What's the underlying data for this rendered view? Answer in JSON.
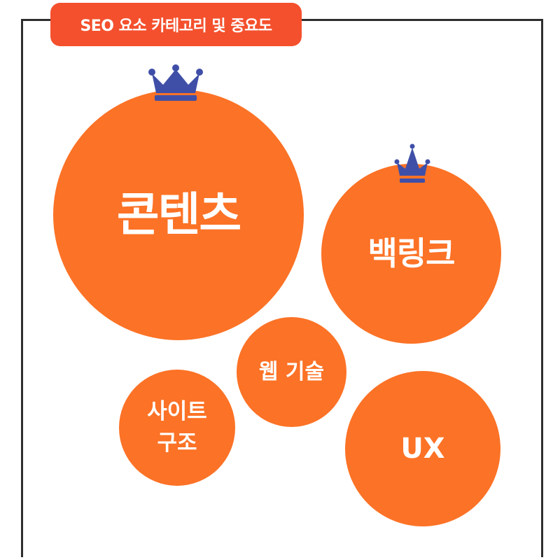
{
  "title": "SEO 요소 카테고리 및 중요도",
  "colors": {
    "bubble": "#fc7226",
    "title_badge": "#f4502d",
    "crown": "#3f4fa8",
    "frame": "#2e2e2e"
  },
  "bubbles": [
    {
      "label": "콘텐츠",
      "rank_icon": "crown-icon"
    },
    {
      "label": "백링크",
      "rank_icon": "crown-icon"
    },
    {
      "label": "웹 기술"
    },
    {
      "label": "사이트\n구조"
    },
    {
      "label": "UX"
    }
  ]
}
